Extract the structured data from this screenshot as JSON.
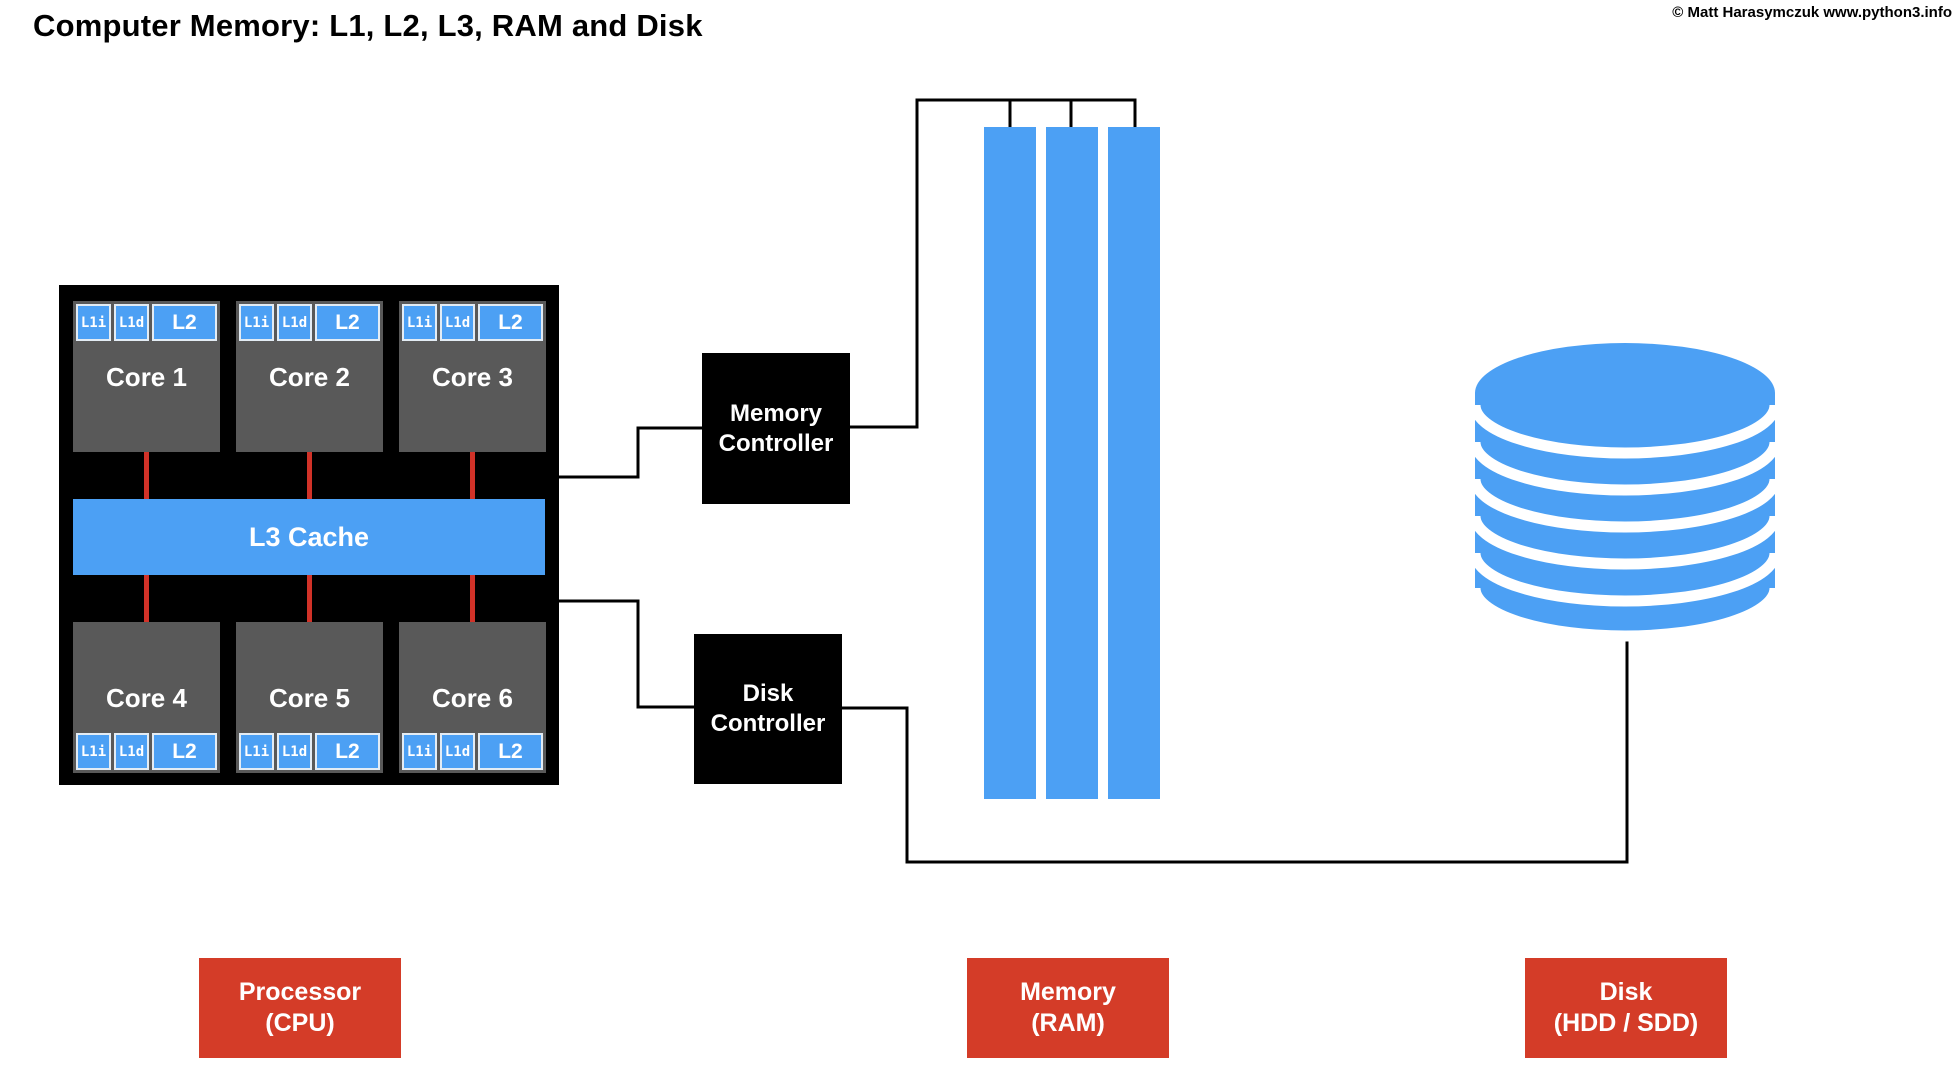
{
  "title": "Computer Memory: L1, L2, L3, RAM and Disk",
  "copyright": "© Matt Harasymczuk www.python3.info",
  "colors": {
    "blue": "#4ca0f4",
    "red_box": "#d43c28",
    "red_link": "#d13228",
    "core_gray": "#595959",
    "block_black": "#000000"
  },
  "cpu": {
    "l3": "L3 Cache",
    "cores": [
      {
        "name": "Core 1",
        "l1i": "L1i",
        "l1d": "L1d",
        "l2": "L2"
      },
      {
        "name": "Core 2",
        "l1i": "L1i",
        "l1d": "L1d",
        "l2": "L2"
      },
      {
        "name": "Core 3",
        "l1i": "L1i",
        "l1d": "L1d",
        "l2": "L2"
      },
      {
        "name": "Core 4",
        "l1i": "L1i",
        "l1d": "L1d",
        "l2": "L2"
      },
      {
        "name": "Core 5",
        "l1i": "L1i",
        "l1d": "L1d",
        "l2": "L2"
      },
      {
        "name": "Core 6",
        "l1i": "L1i",
        "l1d": "L1d",
        "l2": "L2"
      }
    ]
  },
  "controllers": {
    "memory": {
      "line1": "Memory",
      "line2": "Controller"
    },
    "disk": {
      "line1": "Disk",
      "line2": "Controller"
    }
  },
  "ram": {
    "stick_count": 3
  },
  "disk": {
    "separator_count": 6
  },
  "legend": {
    "processor": {
      "line1": "Processor",
      "line2": "(CPU)"
    },
    "memory": {
      "line1": "Memory",
      "line2": "(RAM)"
    },
    "disk": {
      "line1": "Disk",
      "line2": "(HDD / SDD)"
    }
  }
}
